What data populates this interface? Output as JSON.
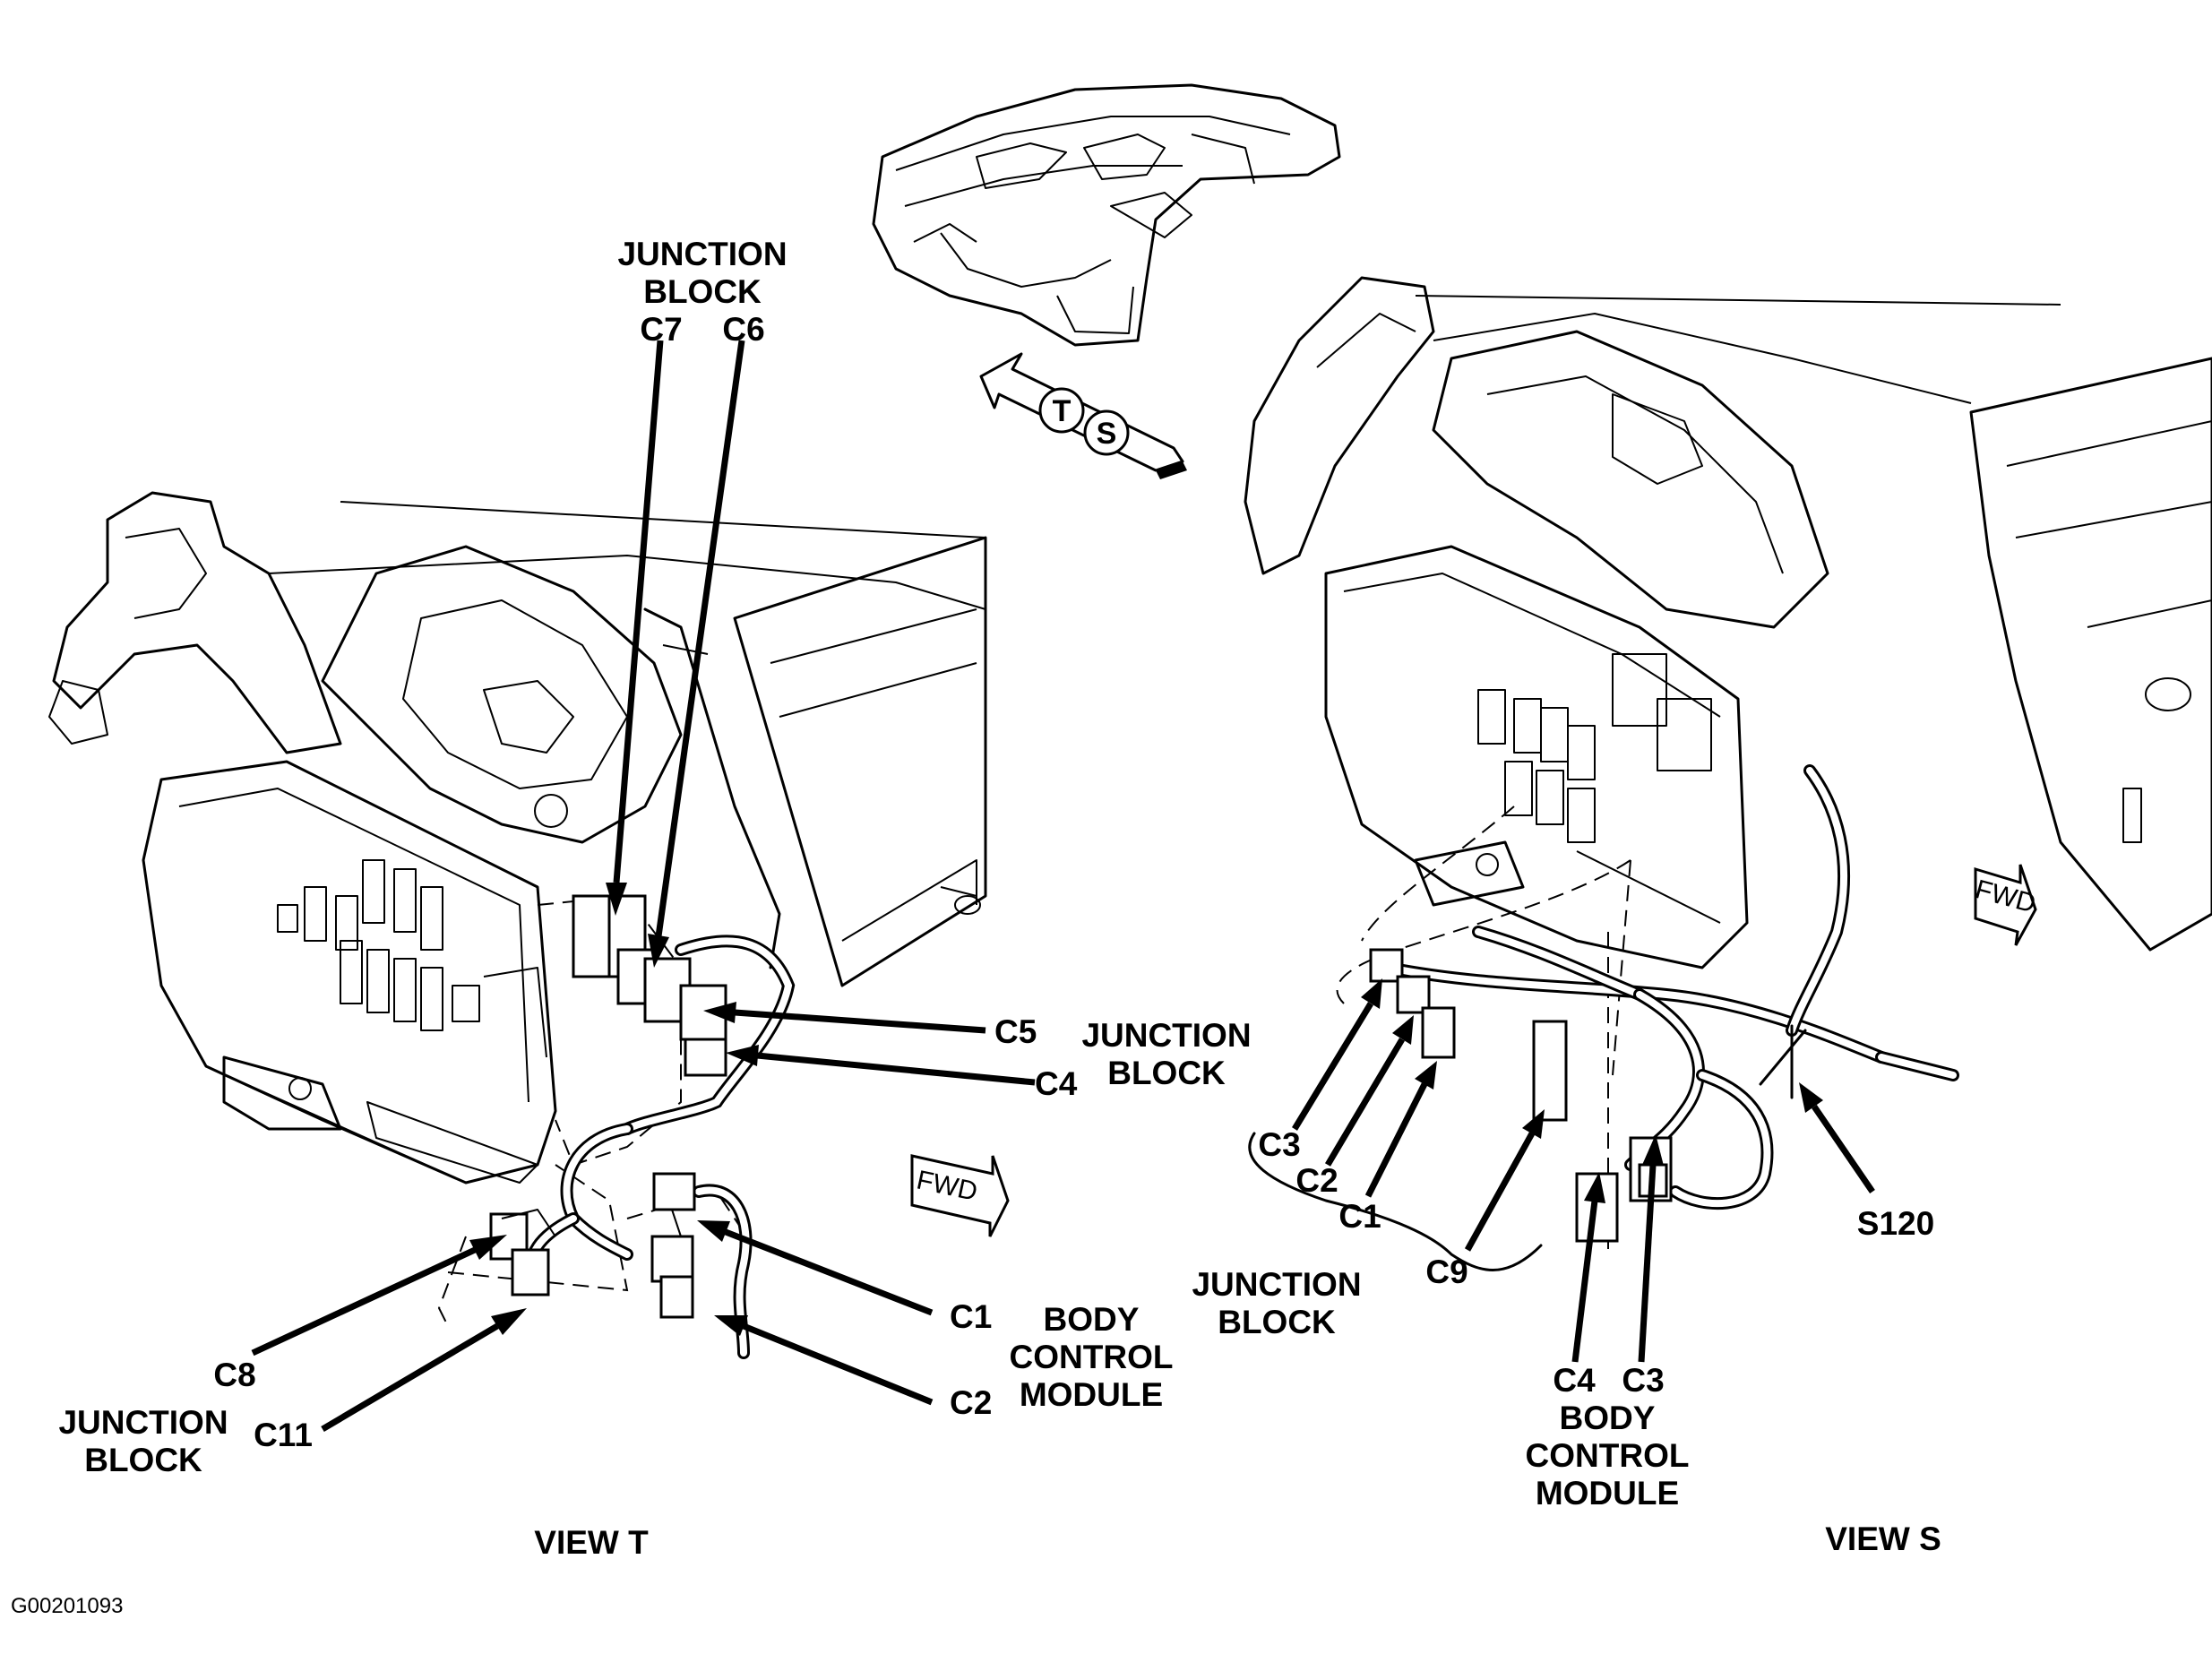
{
  "views": {
    "view_t": "VIEW T",
    "view_s": "VIEW S"
  },
  "orientation": {
    "t": "T",
    "s": "S",
    "fwd": "FWD"
  },
  "view_t_labels": {
    "junction_block_top_line1": "JUNCTION",
    "junction_block_top_line2": "BLOCK",
    "c7": "C7",
    "c6": "C6",
    "c5": "C5",
    "c4": "C4",
    "junction_block_right_line1": "JUNCTION",
    "junction_block_right_line2": "BLOCK",
    "c1": "C1",
    "c2": "C2",
    "bcm_line1": "BODY",
    "bcm_line2": "CONTROL",
    "bcm_line3": "MODULE",
    "c8": "C8",
    "c11": "C11",
    "junction_block_bottom_line1": "JUNCTION",
    "junction_block_bottom_line2": "BLOCK"
  },
  "view_s_labels": {
    "c3": "C3",
    "c2": "C2",
    "c1": "C1",
    "junction_block_line1": "JUNCTION",
    "junction_block_line2": "BLOCK",
    "c9": "C9",
    "c4": "C4",
    "c3b": "C3",
    "bcm_line1": "BODY",
    "bcm_line2": "CONTROL",
    "bcm_line3": "MODULE",
    "s120": "S120"
  },
  "figure_ref": "G00201093"
}
